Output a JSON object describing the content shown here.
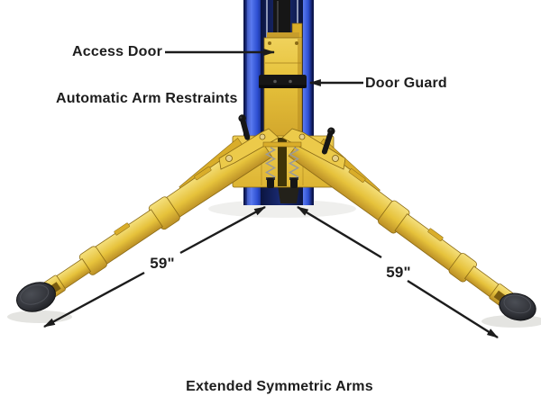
{
  "labels": {
    "access_door": "Access Door",
    "automatic_arm_restraints": "Automatic Arm Restraints",
    "door_guard": "Door Guard",
    "left_arm_dimension": "59\"",
    "right_arm_dimension": "59\"",
    "caption": "Extended Symmetric Arms"
  },
  "colors": {
    "background": "#ffffff",
    "column_blue": "#2d4fd2",
    "column_blue_dark": "#0d1850",
    "column_blue_light": "#5b7bf0",
    "arm_yellow": "#e6c23b",
    "arm_yellow_light": "#f5e07e",
    "arm_yellow_dark": "#bb8f26",
    "outline": "#8a6a15",
    "hardware_black": "#161616",
    "pad_gray": "#33353b",
    "annotation": "#1c1c1c",
    "text": "#1d1d1d"
  }
}
